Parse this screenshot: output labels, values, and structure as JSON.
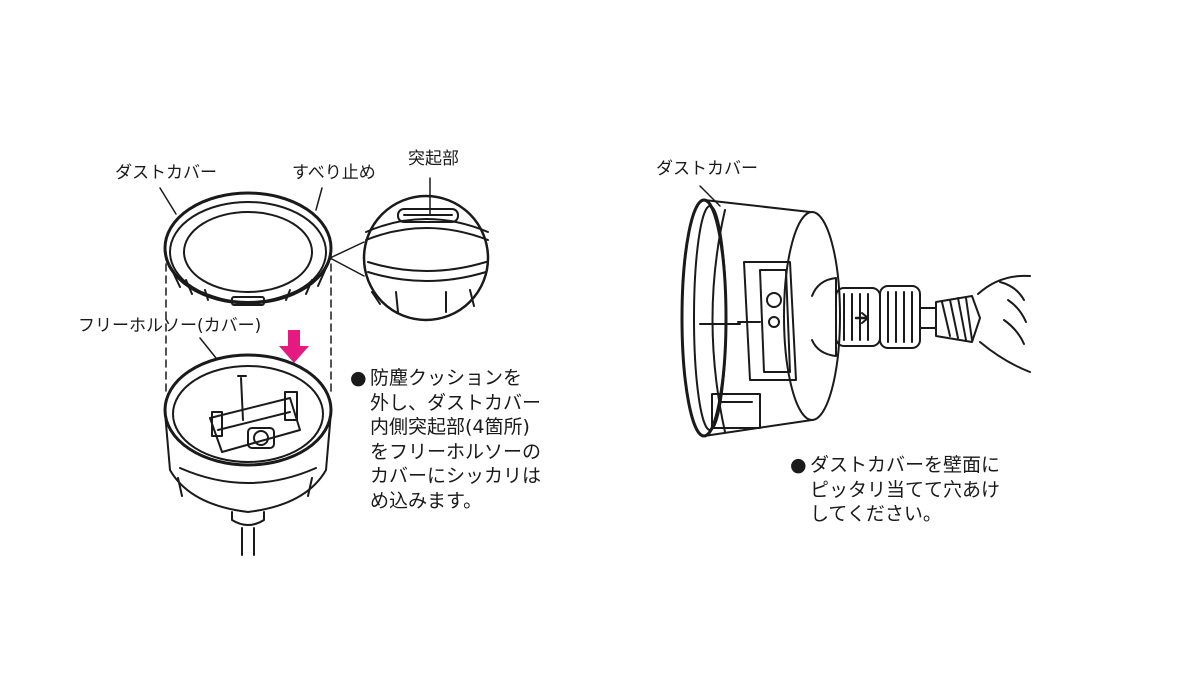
{
  "labels": {
    "dust_cover_left": "ダストカバー",
    "anti_slip": "すべり止め",
    "protrusion": "突起部",
    "free_hole_saw_cover": "フリーホルソー(カバー)",
    "dust_cover_right": "ダストカバー"
  },
  "notes": {
    "bullet": "●",
    "left": [
      "防塵クッションを",
      "外し、ダストカバー",
      "内側突起部(4箇所)",
      "をフリーホルソーの",
      "カバーにシッカリは",
      "め込みます。"
    ],
    "right": [
      "ダストカバーを壁面に",
      "ピッタリ当てて穴あけ",
      "してください。"
    ]
  },
  "colors": {
    "arrow": "#e5197f",
    "line": "#1a1a1a"
  }
}
